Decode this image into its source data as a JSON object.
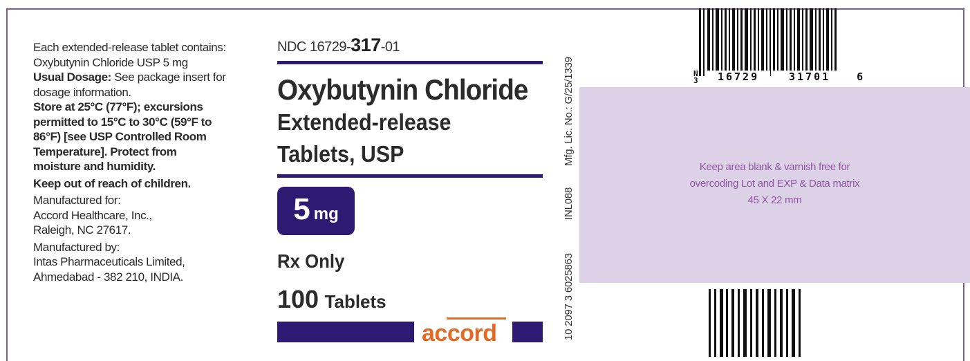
{
  "left_panel": {
    "line1": "Each extended-release tablet contains:",
    "line2": "Oxybutynin Chloride USP 5 mg",
    "usual_dosage_label": "Usual Dosage:",
    "usual_dosage_text": " See package insert for",
    "line4": "dosage information.",
    "storage": [
      "Store at 25°C (77°F); excursions",
      "permitted to 15°C to 30°C (59°F to",
      "86°F) [see USP Controlled Room",
      "Temperature]. Protect from",
      "moisture and humidity."
    ],
    "keep_out": "Keep out of reach of children.",
    "mfd_for_label": "Manufactured for:",
    "mfd_for_name": "Accord Healthcare, Inc.,",
    "mfd_for_city": "Raleigh, NC 27617.",
    "mfd_by_label": "Manufactured by:",
    "mfd_by_name": "Intas Pharmaceuticals Limited,",
    "mfd_by_city": "Ahmedabad - 382 210, INDIA."
  },
  "center_panel": {
    "ndc_prefix": "NDC 16729-",
    "ndc_product": "317",
    "ndc_suffix": "-01",
    "drug_name": "Oxybutynin Chloride",
    "form_line1": "Extended-release",
    "form_line2": "Tablets, USP",
    "strength_value": "5",
    "strength_unit": "mg",
    "rx_only": "Rx Only",
    "count_number": "100",
    "count_unit": "Tablets",
    "brand_logo": "accord",
    "brand_color": "#e36a26",
    "accent_color": "#2e1a72"
  },
  "vertical_text": {
    "mfg_lic": "Mfg. Lic. No.: G/25/1339",
    "code": "INL088",
    "gtin": "10 2097 3 6025863"
  },
  "barcode": {
    "human_readable": "N 3 16729 31701 6",
    "digit_n": "N",
    "digit_3": "3",
    "group1": "16729",
    "group2": "31701",
    "check": "6"
  },
  "blank_area": {
    "line1": "Keep area blank & varnish free for",
    "line2": "overcoding Lot and EXP & Data matrix",
    "line3": "45 X 22 mm",
    "color": "#dcd1e6"
  }
}
